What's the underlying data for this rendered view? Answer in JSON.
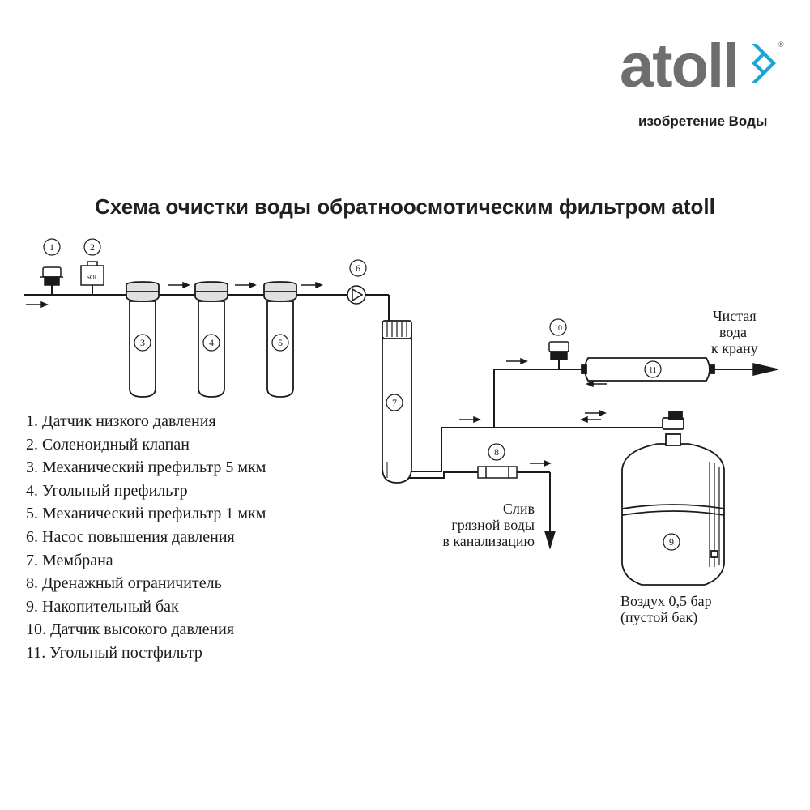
{
  "brand": {
    "name": "atoll",
    "tagline": "изобретение Воды",
    "registered": "®",
    "color_text": "#6d6e70",
    "color_mark": "#1fa3d6"
  },
  "title": "Схема очистки воды обратноосмотическим фильтром atoll",
  "components": {
    "c1": "1",
    "c2": "2",
    "c3": "3",
    "c4": "4",
    "c5": "5",
    "c6": "6",
    "c7": "7",
    "c8": "8",
    "c9": "9",
    "c10": "10",
    "c11": "11"
  },
  "solenoid_label": "SOL",
  "labels": {
    "clean_water": [
      "Чистая",
      "вода",
      "к крану"
    ],
    "drain": [
      "Слив",
      "грязной воды",
      "в канализацию"
    ],
    "tank_air": [
      "Воздух 0,5 бар",
      "(пустой бак)"
    ]
  },
  "legend": [
    "1. Датчик низкого давления",
    "2. Соленоидный клапан",
    "3. Механический префильтр 5 мкм",
    "4. Угольный префильтр",
    "5. Механический префильтр 1 мкм",
    "6. Насос повышения давления",
    "7. Мембрана",
    "8. Дренажный ограничитель",
    "9. Накопительный бак",
    "10. Датчик высокого давления",
    "11. Угольный постфильтр"
  ]
}
